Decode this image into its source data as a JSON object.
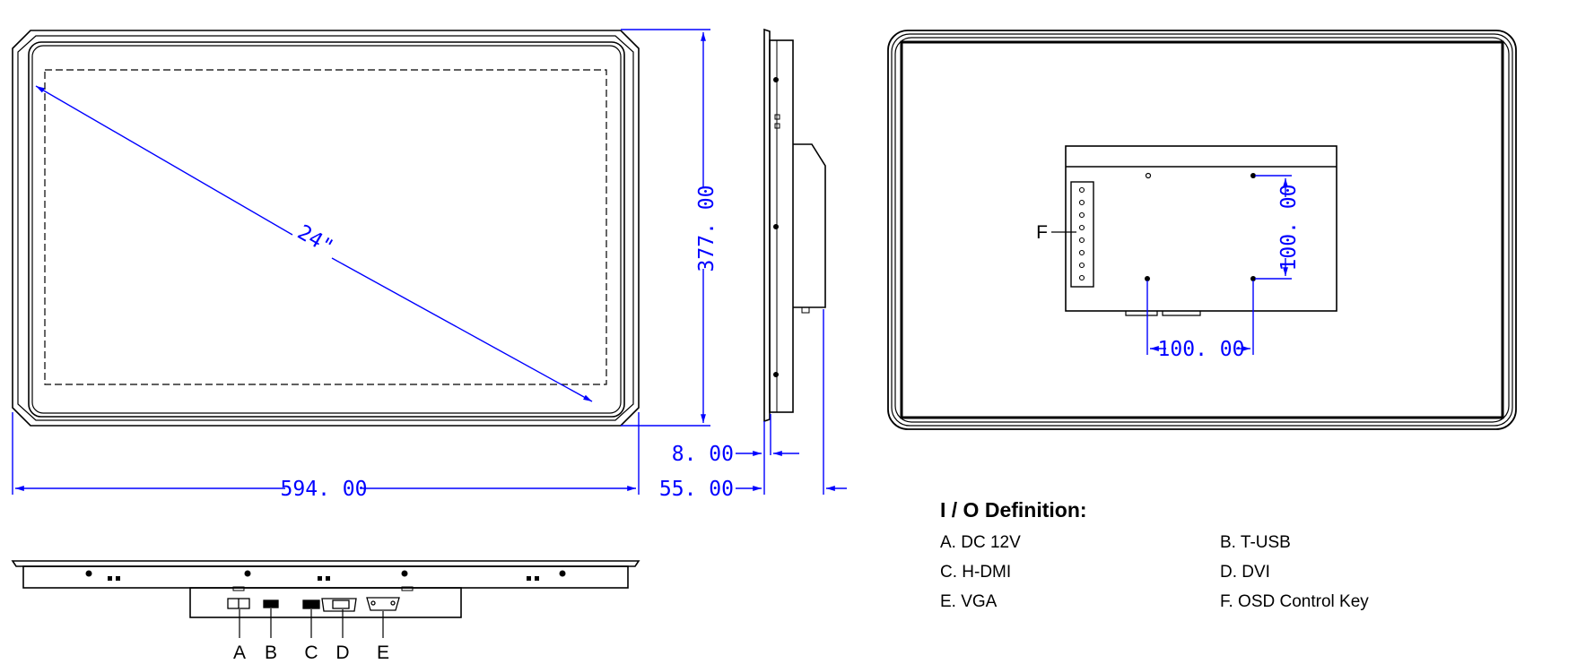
{
  "front_view": {
    "diagonal_label": "24\""
  },
  "dimensions": {
    "width": "594. 00",
    "height": "377. 00",
    "bezel_depth": "8. 00",
    "total_depth": "55. 00",
    "vesa_horizontal": "100. 00",
    "vesa_vertical": "100. 00"
  },
  "port_callouts": [
    "A",
    "B",
    "C",
    "D",
    "E"
  ],
  "back_view": {
    "key_callout": "F"
  },
  "io_definition": {
    "title": "I / O Definition:",
    "items": [
      "A. DC 12V",
      "B. T-USB",
      "C. H-DMI",
      "D. DVI",
      "E. VGA",
      "F. OSD Control Key"
    ]
  },
  "colors": {
    "outline": "#000000",
    "dimension": "#0000ff"
  }
}
